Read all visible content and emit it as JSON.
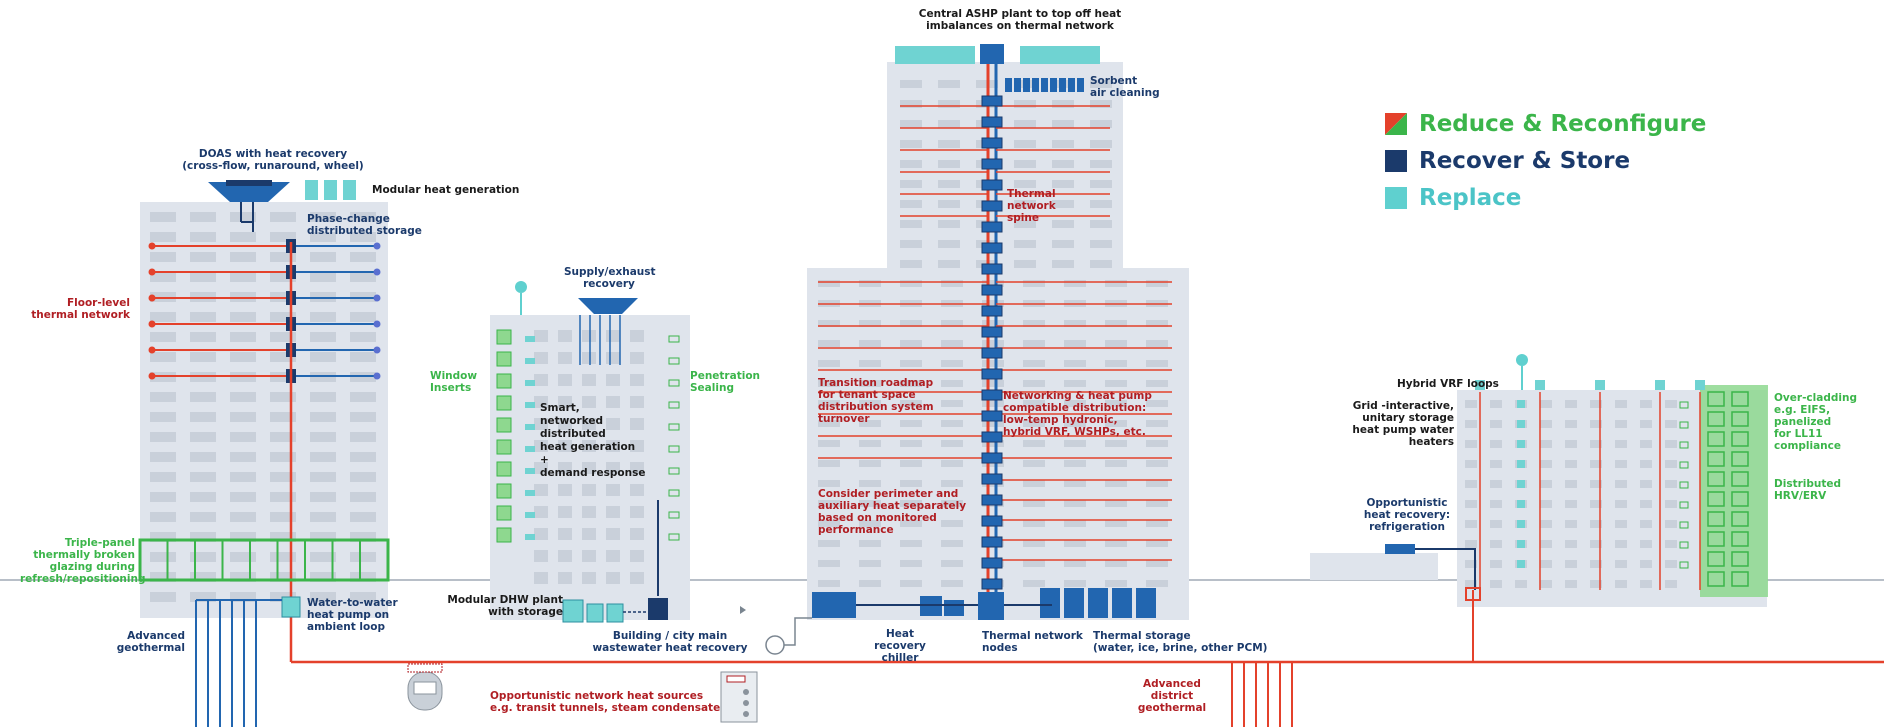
{
  "legend": [
    {
      "label": "Reduce & Reconfigure",
      "color": "#3bb54a",
      "swatch_a": "#e4412b",
      "swatch_b": "#3bb54a"
    },
    {
      "label": "Recover & Store",
      "color": "#1b3a6b",
      "swatch_a": "#1b3a6b",
      "swatch_b": "#1b3a6b"
    },
    {
      "label": "Replace",
      "color": "#4bc4c7",
      "swatch_a": "#5fd0cf",
      "swatch_b": "#5fd0cf"
    }
  ],
  "labels": {
    "central_ashp": "Central ASHP plant to top off heat\nimbalances on thermal network",
    "sorbent": "Sorbent\nair cleaning",
    "doas": "DOAS with heat recovery\n(cross-flow, runaround, wheel)",
    "modular_heat": "Modular heat generation",
    "phase_change": "Phase-change\ndistributed storage",
    "floor_level": "Floor-level\nthermal network",
    "supply_exhaust": "Supply/exhaust\nrecovery",
    "window_inserts": "Window\nInserts",
    "penetration": "Penetration\nSealing",
    "smart": "Smart,\nnetworked\ndistributed\nheat generation\n+\ndemand response",
    "thermal_spine": "Thermal\nnetwork\nspine",
    "transition": "Transition roadmap\nfor tenant space\ndistribution system\nturnover",
    "networking": "Networking & heat pump\ncompatible distribution:\nlow-temp hydronic,\nhybrid VRF, WSHPs, etc.",
    "perimeter": "Consider perimeter and\nauxiliary heat separately\nbased on monitored\nperformance",
    "hybrid_vrf": "Hybrid VRF loops",
    "grid_interactive": "Grid -interactive,\nunitary storage\nheat pump water heaters",
    "over_cladding": "Over-cladding\ne.g. EIFS, panelized\nfor LL11 compliance",
    "distributed_hrv": "Distributed\nHRV/ERV",
    "opportunistic_refrig": "Opportunistic\nheat recovery:\nrefrigeration",
    "triple_panel": "Triple-panel\nthermally broken\nglazing during\nrefresh/repositioning",
    "water_to_water": "Water-to-water\nheat pump on\nambient loop",
    "advanced_geo": "Advanced\ngeothermal",
    "modular_dhw": "Modular DHW plant\nwith storage",
    "wastewater": "Building / city main\nwastewater heat recovery",
    "heat_recovery_chiller": "Heat\nrecovery\nchiller",
    "thermal_nodes": "Thermal network\nnodes",
    "thermal_storage": "Thermal storage\n(water, ice, brine, other PCM)",
    "opportunistic_network": "Opportunistic network heat sources\ne.g. transit tunnels, steam condensate",
    "advanced_district": "Advanced\ndistrict\ngeothermal"
  }
}
